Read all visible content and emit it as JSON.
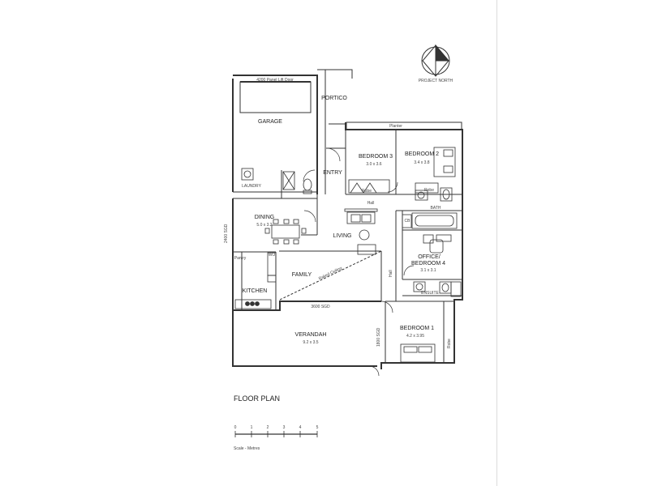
{
  "plan_title": "FLOOR PLAN",
  "north_label": "PROJECT NORTH",
  "scale": {
    "caption": "Scale - Metres",
    "ticks": [
      "0",
      "1",
      "2",
      "3",
      "4",
      "5"
    ]
  },
  "rooms": {
    "garage": {
      "name": "GARAGE",
      "note": "4200 Panel Lift Door"
    },
    "portico": {
      "name": "PORTICO"
    },
    "planter": {
      "name": "Planter"
    },
    "bedroom3": {
      "name": "BEDROOM 3",
      "size": "3.0 x 3.6"
    },
    "bedroom2": {
      "name": "BEDROOM 2",
      "size": "3.4 x 3.8"
    },
    "entry": {
      "name": "ENTRY"
    },
    "laundry": {
      "name": "LAUNDRY"
    },
    "dining": {
      "name": "DINING",
      "size": "5.0 x 3.2"
    },
    "living": {
      "name": "LIVING"
    },
    "office": {
      "name": "OFFICE/",
      "name2": "BEDROOM 4",
      "size": "3.1 x 3.1"
    },
    "family": {
      "name": "FAMILY"
    },
    "kitchen": {
      "name": "KITCHEN"
    },
    "verandah": {
      "name": "VERANDAH",
      "size": "9.2 x 3.5"
    },
    "bedroom1": {
      "name": "BEDROOM 1",
      "size": "4.2 x 3.95"
    },
    "bath": {
      "name": "BATH"
    },
    "ensuite": {
      "name": "ENSUITE"
    }
  },
  "small_labels": {
    "robe_b3": "Robe",
    "robe_b2": "Robe",
    "robe_b1": "Robe",
    "hall_top": "Hall",
    "hall_side": "Hall",
    "cb": "CB",
    "pantry": "Pantry",
    "wo": "WO",
    "raked_ceiling": "Raked Ceiling"
  },
  "dimensions": {
    "sgd_2400": "2400 SGD",
    "sgd_3600": "3600 SGD",
    "sgd_1800": "1800 SGD"
  }
}
